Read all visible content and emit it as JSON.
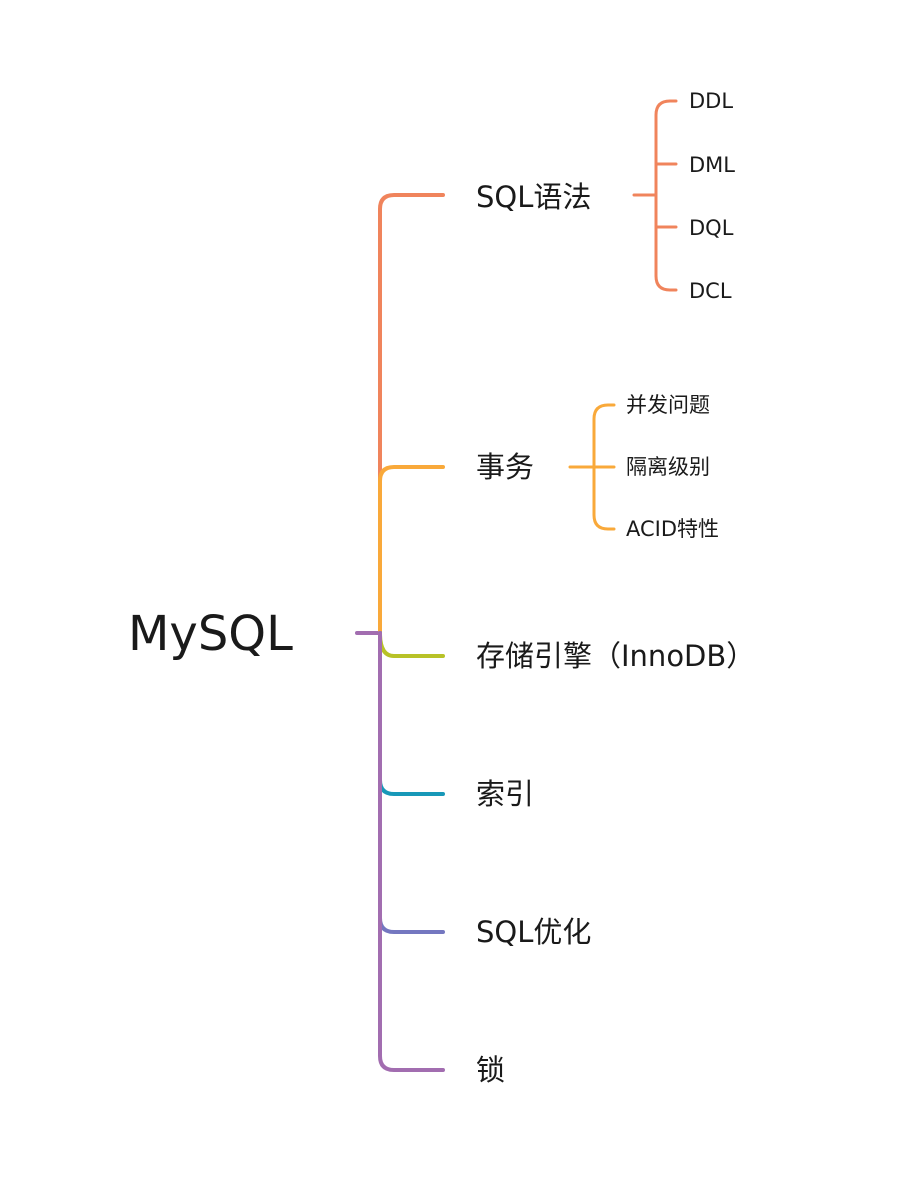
{
  "root": {
    "label": "MySQL"
  },
  "branches": [
    {
      "label": "SQL语法",
      "color": "#f0845c",
      "children": [
        "DDL",
        "DML",
        "DQL",
        "DCL"
      ]
    },
    {
      "label": "事务",
      "color": "#f9a93a",
      "children": [
        "并发问题",
        "隔离级别",
        "ACID特性"
      ]
    },
    {
      "label": "存储引擎（InnoDB）",
      "color": "#b8c227",
      "children": []
    },
    {
      "label": "索引",
      "color": "#1898b8",
      "children": []
    },
    {
      "label": "SQL优化",
      "color": "#7477c0",
      "children": []
    },
    {
      "label": "锁",
      "color": "#a26db0",
      "children": []
    }
  ]
}
